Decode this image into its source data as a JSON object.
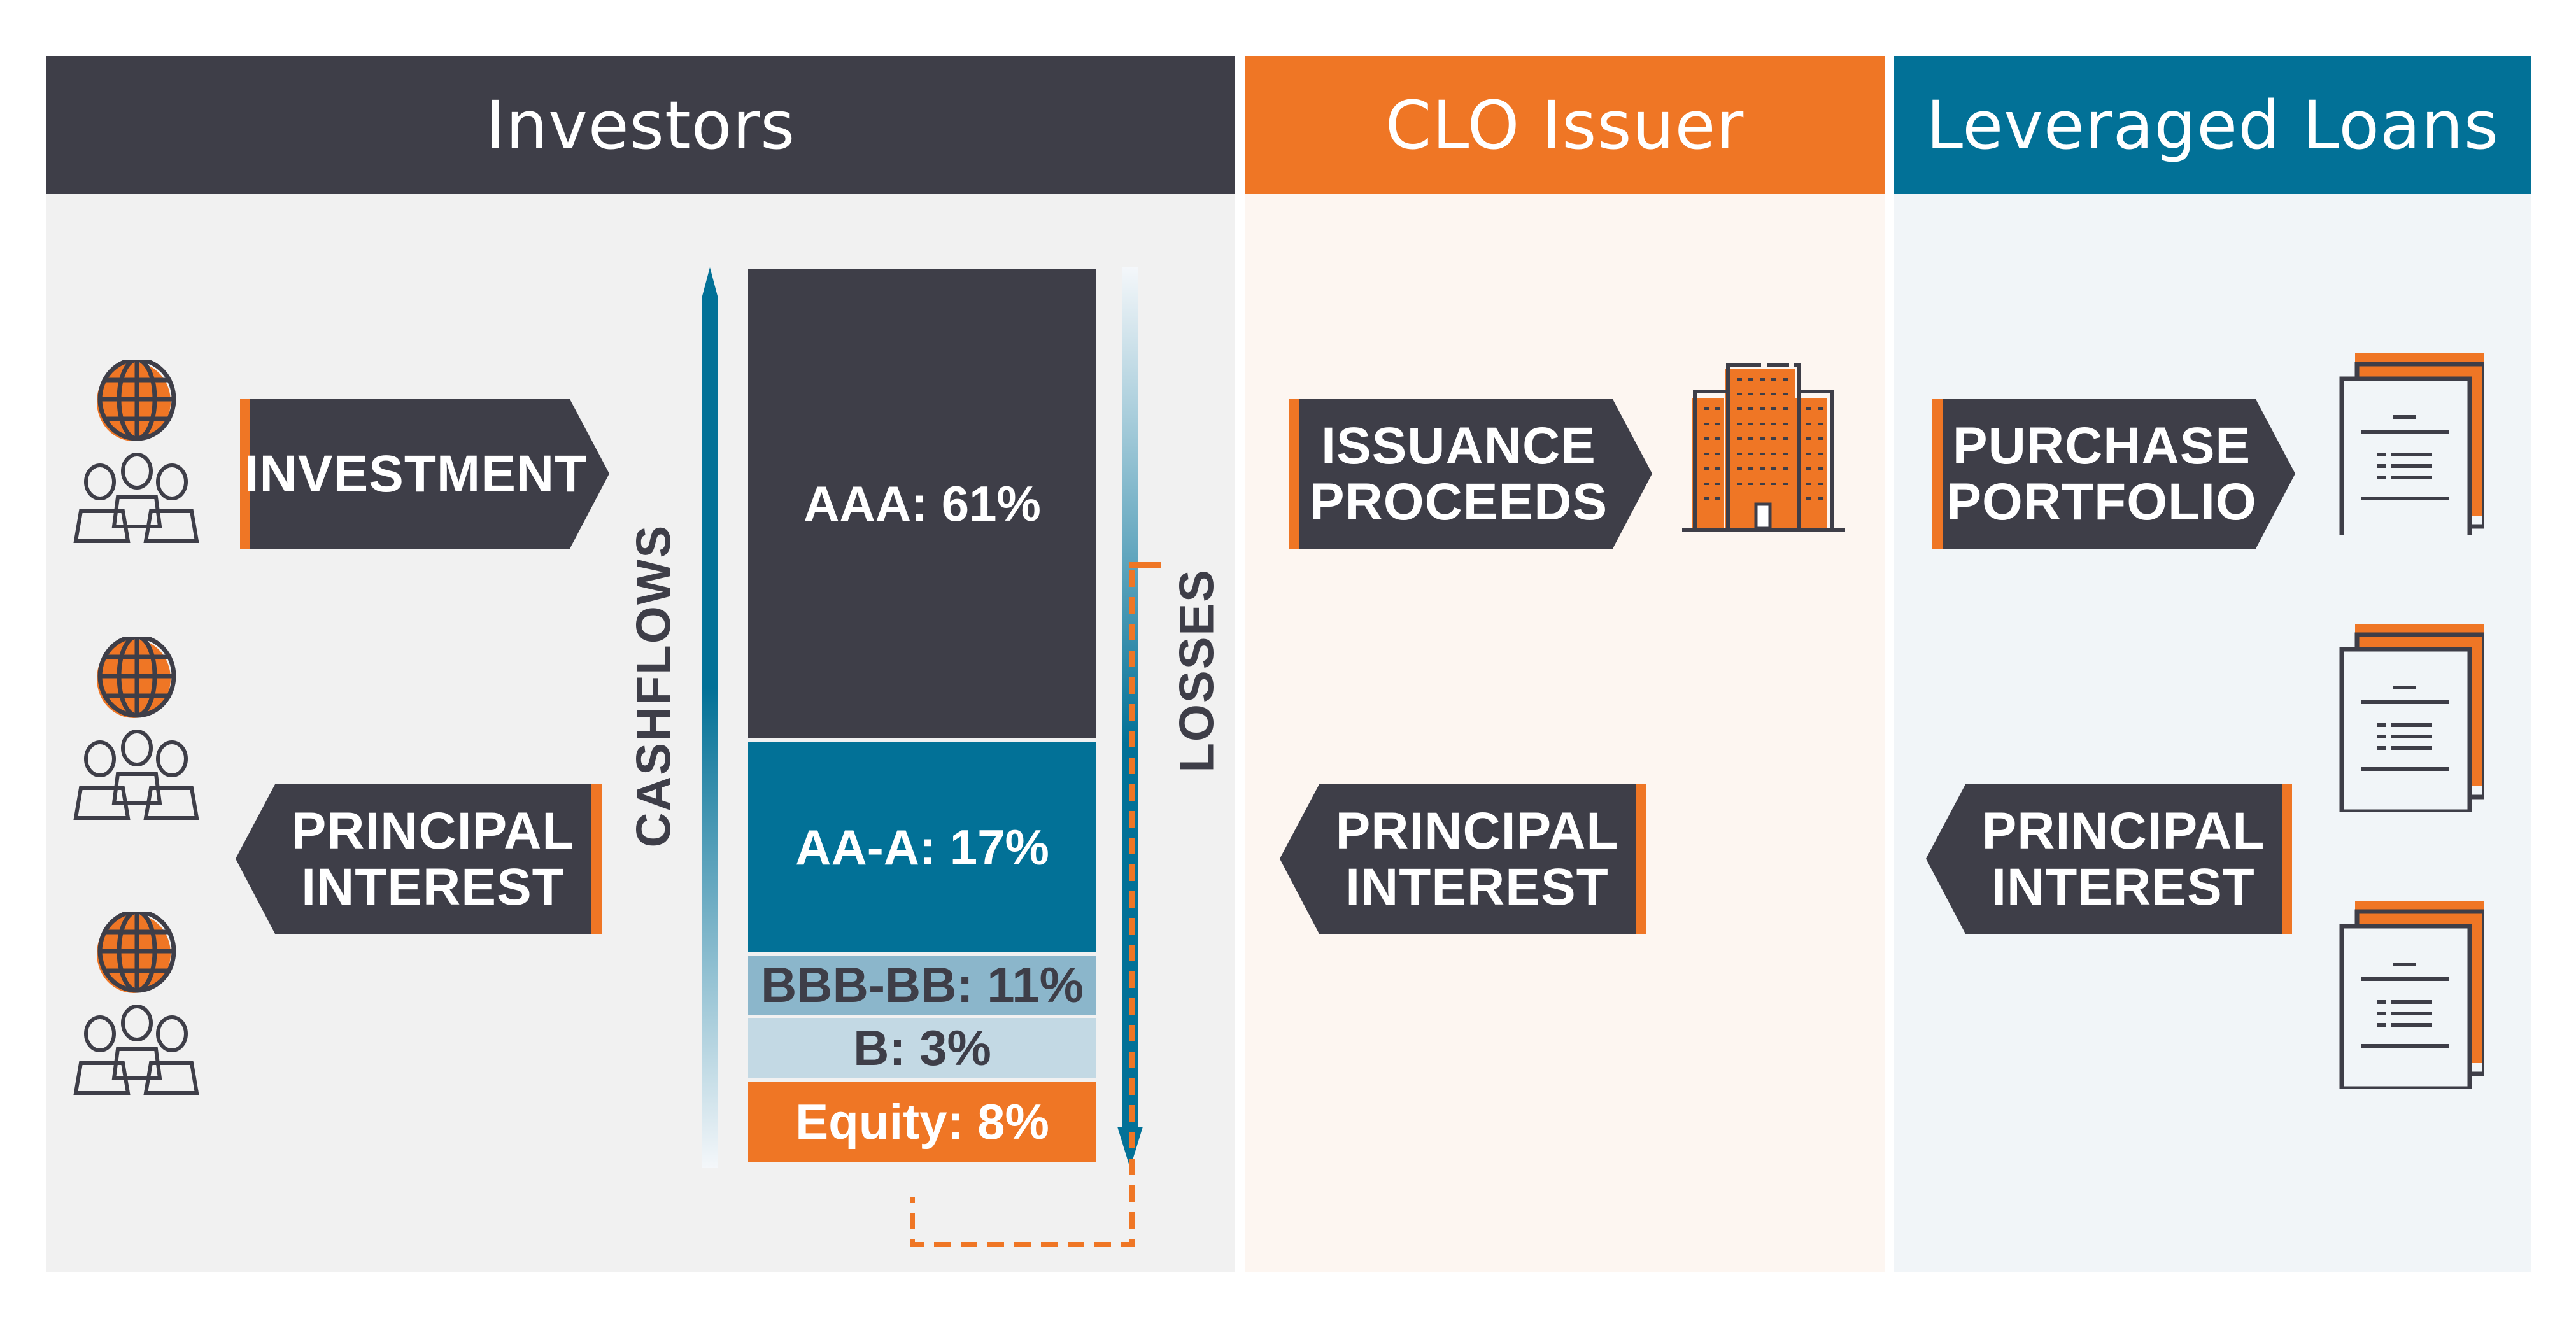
{
  "columns": {
    "investors": {
      "title": "Investors",
      "color": "#3e3e48",
      "bg": "#f1f1f1"
    },
    "clo_issuer": {
      "title": "CLO Issuer",
      "color": "#ef7625",
      "bg": "#fdf6f1"
    },
    "leveraged_loans": {
      "title": "Leveraged Loans",
      "color": "#027197",
      "bg": "#f1f5f8"
    }
  },
  "flows": {
    "investment": "INVESTMENT",
    "investors_principal": [
      "PRINCIPAL",
      "INTEREST"
    ],
    "issuance_proceeds": [
      "ISSUANCE",
      "PROCEEDS"
    ],
    "clo_principal": [
      "PRINCIPAL",
      "INTEREST"
    ],
    "purchase_portfolio": [
      "PURCHASE",
      "PORTFOLIO"
    ],
    "loans_principal": [
      "PRINCIPAL",
      "INTEREST"
    ]
  },
  "axis_labels": {
    "cashflows": "CASHFLOWS",
    "losses": "LOSSES"
  },
  "tranches": [
    {
      "label": "AAA: 61%",
      "rating": "AAA",
      "percent": 61,
      "color": "#3e3e48",
      "text_color": "#ffffff"
    },
    {
      "label": "AA-A: 17%",
      "rating": "AA-A",
      "percent": 17,
      "color": "#027197",
      "text_color": "#ffffff"
    },
    {
      "label": "BBB-BB: 11%",
      "rating": "BBB-BB",
      "percent": 11,
      "color": "#8bb6cb",
      "text_color": "#3e3e48"
    },
    {
      "label": "B: 3%",
      "rating": "B",
      "percent": 3,
      "color": "#c3d9e4",
      "text_color": "#3e3e48"
    },
    {
      "label": "Equity: 8%",
      "rating": "Equity",
      "percent": 8,
      "color": "#ef7625",
      "text_color": "#ffffff"
    }
  ],
  "icons": {
    "investor_group": "globe-people-icon",
    "issuer": "office-building-icon",
    "loan_docs": "documents-icon"
  }
}
